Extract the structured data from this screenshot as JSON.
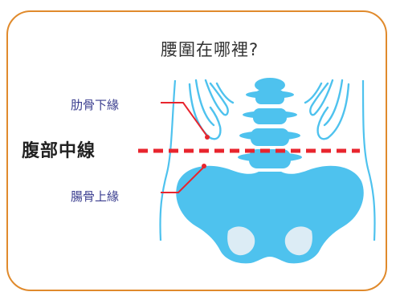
{
  "title": "腰圍在哪裡?",
  "labels": {
    "rib_lower_edge": "肋骨下緣",
    "abdominal_midline": "腹部中線",
    "iliac_upper_edge": "腸骨上緣"
  },
  "colors": {
    "frame_border": "#e08a2c",
    "bone_fill": "#4ec2ee",
    "bone_inner": "#dcecf5",
    "rib_outline": "#4ec2ee",
    "body_outline": "#4ec2ee",
    "measure_line": "#e8252e",
    "pointer_line": "#e8252e",
    "small_label_text": "#3a3d8f",
    "title_text": "#333333",
    "midline_label_text": "#222222"
  }
}
